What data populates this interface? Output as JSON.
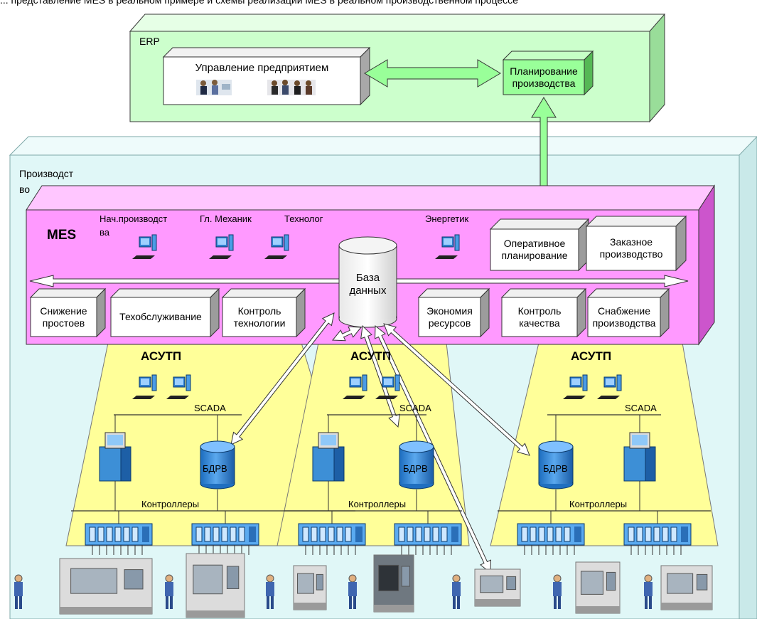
{
  "header_text": "... представление MES в реальном примере и схемы реализации MES в реальном производственном процессе",
  "erp": {
    "label": "ERP",
    "management": "Управление предприятием",
    "planning_line1": "Планирование",
    "planning_line2": "производства"
  },
  "production": {
    "label_line1": "Производст",
    "label_line2": "во"
  },
  "mes": {
    "label": "MES",
    "roles": [
      {
        "line1": "Нач.производст",
        "line2": "ва"
      },
      {
        "line1": "Гл. Механик",
        "line2": ""
      },
      {
        "line1": "Технолог",
        "line2": ""
      },
      {
        "line1": "Энергетик",
        "line2": ""
      }
    ],
    "database_line1": "База",
    "database_line2": "данных",
    "modules_top": [
      {
        "line1": "Оперативное",
        "line2": "планирование"
      },
      {
        "line1": "Заказное",
        "line2": "производство"
      }
    ],
    "modules_bottom": [
      {
        "line1": "Снижение",
        "line2": "простоев"
      },
      {
        "line1": "Техобслуживание",
        "line2": ""
      },
      {
        "line1": "Контроль",
        "line2": "технологии"
      },
      {
        "line1": "Экономия",
        "line2": "ресурсов"
      },
      {
        "line1": "Контроль",
        "line2": "качества"
      },
      {
        "line1": "Снабжение",
        "line2": "производства"
      }
    ]
  },
  "asutp": {
    "title": "АСУТП",
    "scada": "SCADA",
    "bdrv": "БДРВ",
    "controllers": "Контроллеры"
  },
  "colors": {
    "erp_bg": "#ccffcc",
    "production_bg": "#e0f7f7",
    "mes_bg": "#ff99ff",
    "asutp_bg": "#ffff99",
    "arrow_green": "#99ff99",
    "db_blue": "#3d8fd6"
  }
}
